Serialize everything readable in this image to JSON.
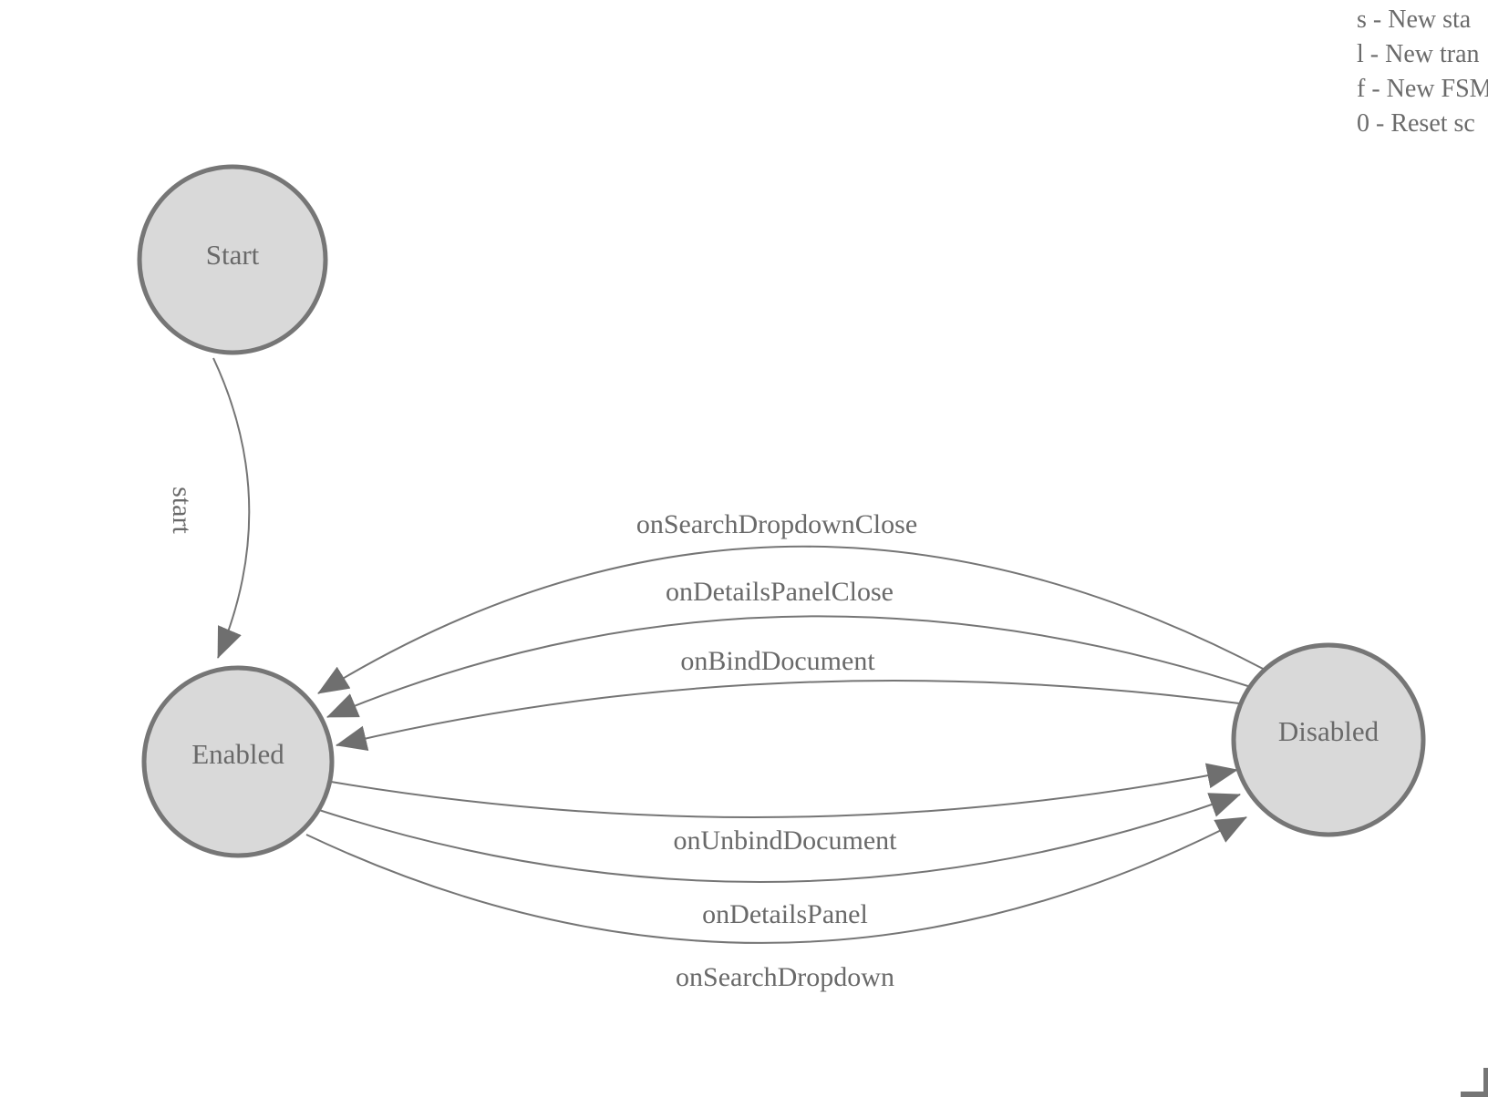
{
  "help_panel": {
    "lines": [
      "s - New sta",
      "l - New tran",
      "f - New FSM",
      "0 - Reset sc"
    ]
  },
  "states": [
    {
      "label": "Start"
    },
    {
      "label": "Enabled"
    },
    {
      "label": "Disabled"
    }
  ],
  "transitions": [
    {
      "label": "start",
      "from": "Start",
      "to": "Enabled"
    },
    {
      "label": "onSearchDropdownClose",
      "from": "Disabled",
      "to": "Enabled"
    },
    {
      "label": "onDetailsPanelClose",
      "from": "Disabled",
      "to": "Enabled"
    },
    {
      "label": "onBindDocument",
      "from": "Disabled",
      "to": "Enabled"
    },
    {
      "label": "onUnbindDocument",
      "from": "Enabled",
      "to": "Disabled"
    },
    {
      "label": "onDetailsPanel",
      "from": "Enabled",
      "to": "Disabled"
    },
    {
      "label": "onSearchDropdown",
      "from": "Enabled",
      "to": "Disabled"
    }
  ],
  "colors": {
    "background": "#ffffff",
    "state_fill": "#d9d9d9",
    "stroke": "#767676",
    "label_text": "#696969"
  }
}
